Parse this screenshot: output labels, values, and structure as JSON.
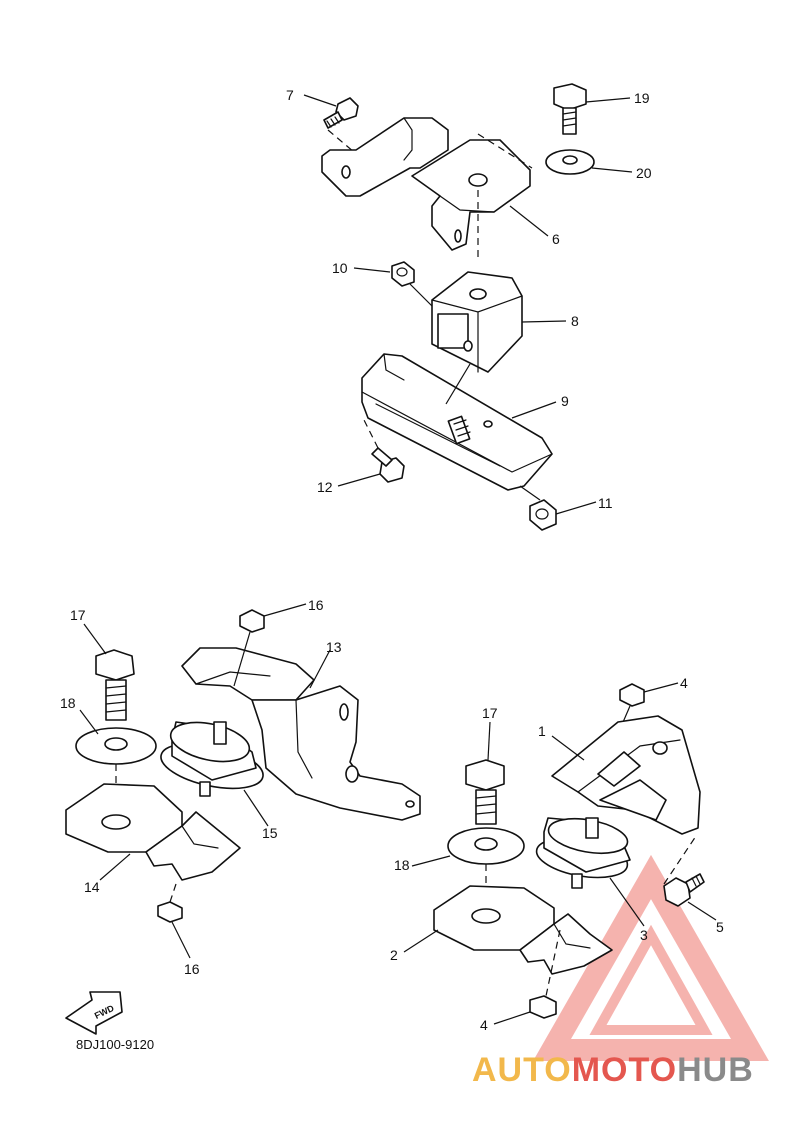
{
  "diagram_code": "8DJ100-9120",
  "fwd_label": "FWD",
  "watermark": {
    "auto": "AUTO",
    "moto": "MOTO",
    "hub": "HUB",
    "color_orange": "#f2b84b",
    "color_red": "#e4574f",
    "color_gray": "#8a8a8a"
  },
  "callouts": {
    "c7": "7",
    "c19": "19",
    "c20": "20",
    "c6": "6",
    "c10": "10",
    "c8": "8",
    "c9": "9",
    "c12": "12",
    "c11": "11",
    "c17a": "17",
    "c16a": "16",
    "c13": "13",
    "c18a": "18",
    "c15": "15",
    "c14": "14",
    "c16b": "16",
    "c4a": "4",
    "c1": "1",
    "c17b": "17",
    "c18b": "18",
    "c3": "3",
    "c5": "5",
    "c2": "2",
    "c4b": "4"
  }
}
